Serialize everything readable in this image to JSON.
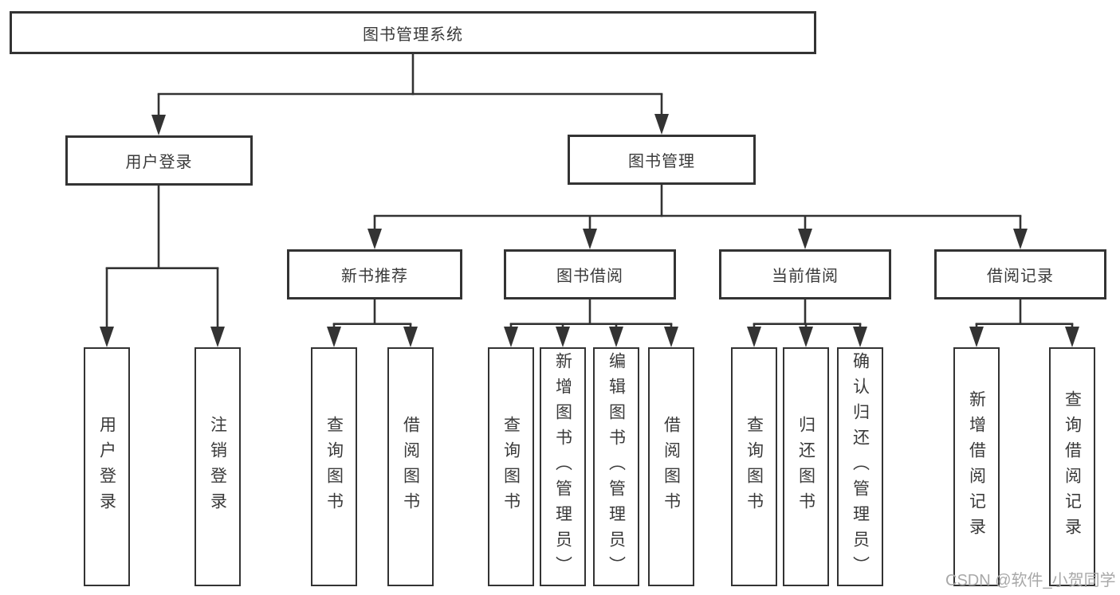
{
  "colors": {
    "line": "#333333",
    "text": "#3a3a3a",
    "watermark": "#a8a8a8",
    "bg": "#ffffff"
  },
  "diagram": {
    "type": "tree",
    "root": {
      "label": "图书管理系统",
      "children": [
        {
          "label": "用户登录",
          "children": [
            {
              "label": "用户登录"
            },
            {
              "label": "注销登录"
            }
          ]
        },
        {
          "label": "图书管理",
          "children": [
            {
              "label": "新书推荐",
              "children": [
                {
                  "label": "查询图书"
                },
                {
                  "label": "借阅图书"
                }
              ]
            },
            {
              "label": "图书借阅",
              "children": [
                {
                  "label": "查询图书"
                },
                {
                  "label": "新增图书（管理员）"
                },
                {
                  "label": "编辑图书（管理员）"
                },
                {
                  "label": "借阅图书"
                }
              ]
            },
            {
              "label": "当前借阅",
              "children": [
                {
                  "label": "查询图书"
                },
                {
                  "label": "归还图书"
                },
                {
                  "label": "确认归还（管理员）"
                }
              ]
            },
            {
              "label": "借阅记录",
              "children": [
                {
                  "label": "新增借阅记录"
                },
                {
                  "label": "查询借阅记录"
                }
              ]
            }
          ]
        }
      ]
    }
  },
  "watermark": {
    "text": "CSDN @软件_小贺同学"
  }
}
